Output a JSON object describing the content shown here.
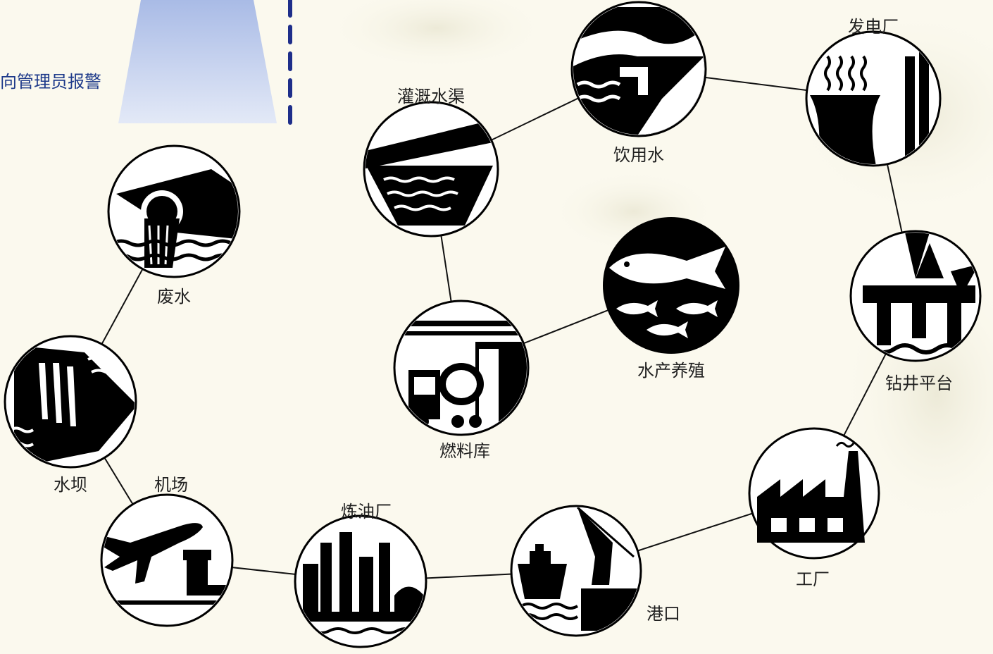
{
  "header": {
    "alert_text": "向管理员报警"
  },
  "colors": {
    "background": "#fbf9ee",
    "accent_blue": "#1e3a8a",
    "panel_gradient_top": "#bccbee",
    "panel_gradient_bottom": "#dfe6f6",
    "icon_fill": "#000000"
  },
  "nodes": {
    "power_plant": {
      "label": "发电厂",
      "icon": "power-plant-icon"
    },
    "drinking_water": {
      "label": "饮用水",
      "icon": "drinking-water-icon"
    },
    "irrigation": {
      "label": "灌溉水渠",
      "icon": "irrigation-canal-icon"
    },
    "aquaculture": {
      "label": "水产养殖",
      "icon": "fish-icon"
    },
    "fuel_depot": {
      "label": "燃料库",
      "icon": "fuel-truck-icon"
    },
    "drilling": {
      "label": "钻井平台",
      "icon": "oil-rig-icon"
    },
    "factory": {
      "label": "工厂",
      "icon": "factory-icon"
    },
    "port": {
      "label": "港口",
      "icon": "port-crane-icon"
    },
    "refinery": {
      "label": "炼油厂",
      "icon": "refinery-icon"
    },
    "airport": {
      "label": "机场",
      "icon": "airplane-icon"
    },
    "dam": {
      "label": "水坝",
      "icon": "dam-icon"
    },
    "wastewater": {
      "label": "废水",
      "icon": "wastewater-pipe-icon"
    }
  }
}
